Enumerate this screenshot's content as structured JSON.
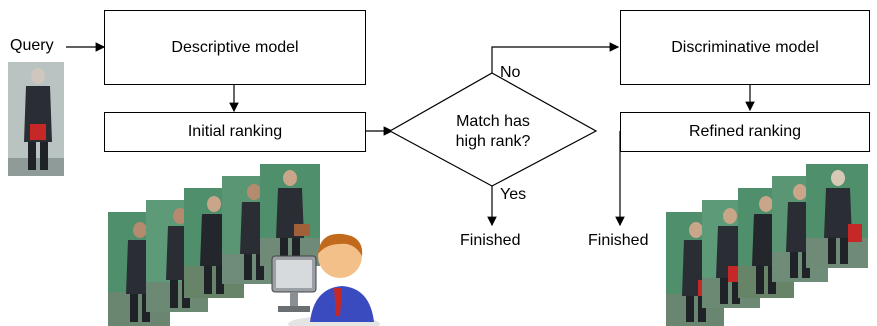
{
  "diagram": {
    "query_label": "Query",
    "descriptive_model": "Descriptive model",
    "initial_ranking": "Initial ranking",
    "decision_line1": "Match has",
    "decision_line2": "high rank?",
    "no_label": "No",
    "yes_label": "Yes",
    "finished_center": "Finished",
    "discriminative_model": "Discriminative model",
    "refined_ranking": "Refined ranking",
    "finished_right": "Finished"
  },
  "colors": {
    "background": "#ffffff",
    "stroke": "#000000",
    "photo_green": "#4f8f6c",
    "bag_red": "#c62828",
    "coat_dark": "#2a2d33",
    "user_shirt": "#3a4bc0",
    "user_hair": "#c26a1c"
  },
  "icons": {
    "query_image": "pedestrian-photo",
    "gallery_initial": "pedestrian-photo-stack",
    "gallery_refined": "pedestrian-photo-stack",
    "user": "user-at-computer-icon"
  }
}
